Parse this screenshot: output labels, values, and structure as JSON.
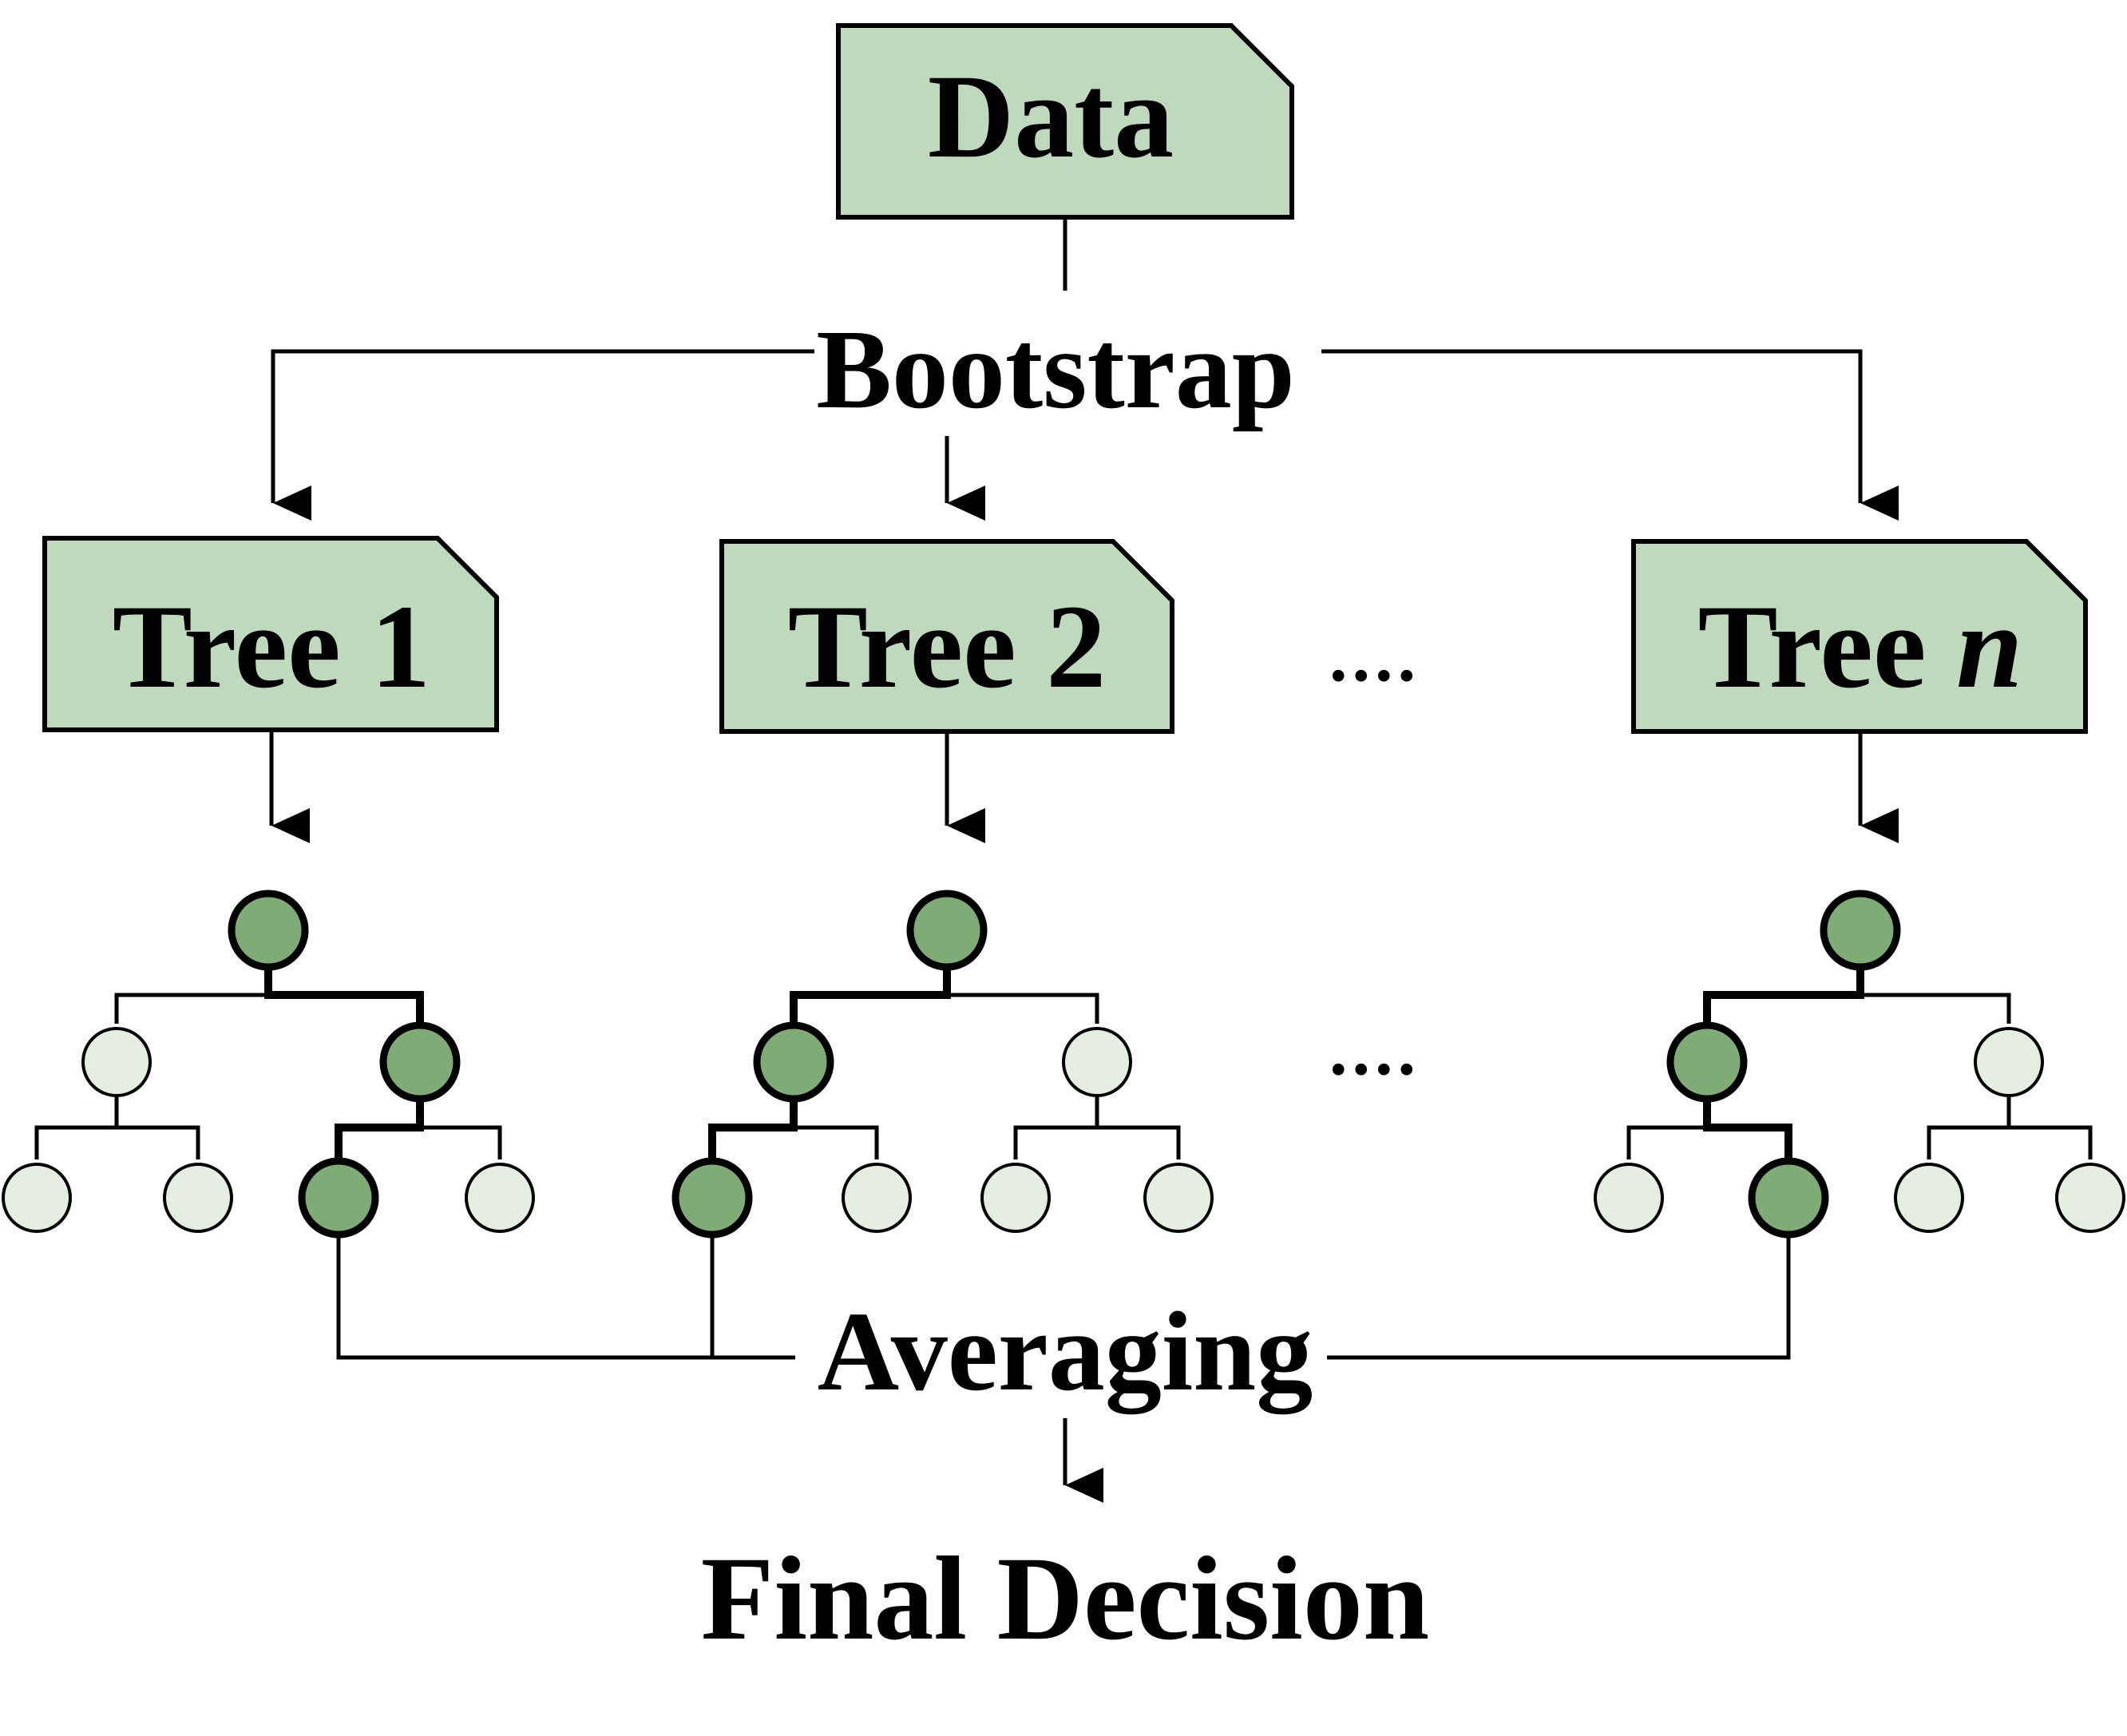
{
  "root": {
    "label": "Data"
  },
  "bootstrap_label": "Bootstrap",
  "trees": [
    {
      "prefix": "Tree ",
      "index": "1"
    },
    {
      "prefix": "Tree ",
      "index": "2"
    },
    {
      "prefix": "Tree ",
      "index": "n"
    }
  ],
  "ellipsis": "....",
  "averaging_label": "Averaging",
  "output_label": "Final Decision",
  "colors": {
    "box_fill": "#bfd9bc",
    "path_node": "#7fac74",
    "other_node": "#e4efe1",
    "stroke": "#000000"
  }
}
